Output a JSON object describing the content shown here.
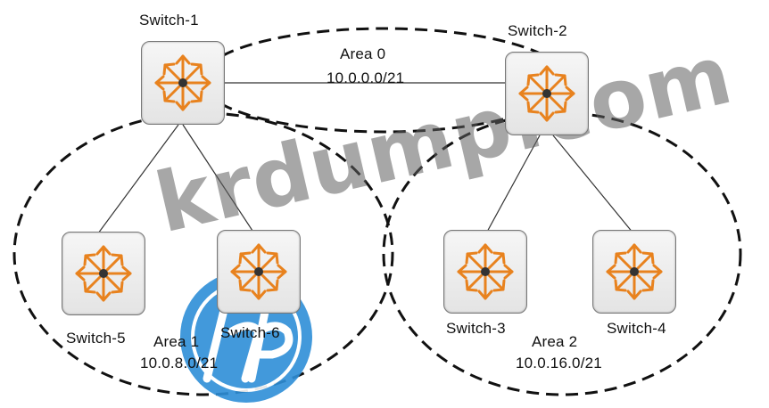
{
  "switches": {
    "s1": {
      "label": "Switch-1",
      "icon": "switch-icon"
    },
    "s2": {
      "label": "Switch-2",
      "icon": "switch-icon"
    },
    "s3": {
      "label": "Switch-3",
      "icon": "switch-icon"
    },
    "s4": {
      "label": "Switch-4",
      "icon": "switch-icon"
    },
    "s5": {
      "label": "Switch-5",
      "icon": "switch-icon"
    },
    "s6": {
      "label": "Switch-6",
      "icon": "switch-icon"
    }
  },
  "areas": {
    "area0": {
      "name": "Area 0",
      "subnet": "10.0.0.0/21"
    },
    "area1": {
      "name": "Area 1",
      "subnet": "10.0.8.0/21"
    },
    "area2": {
      "name": "Area 2",
      "subnet": "10.0.16.0/21"
    }
  },
  "watermark": {
    "text": "krdump.com"
  },
  "logo": {
    "text": "hp",
    "color": "#2e8fd8"
  },
  "colors": {
    "arrow": "#e8821e",
    "area_border": "#111111",
    "link": "#333333"
  }
}
